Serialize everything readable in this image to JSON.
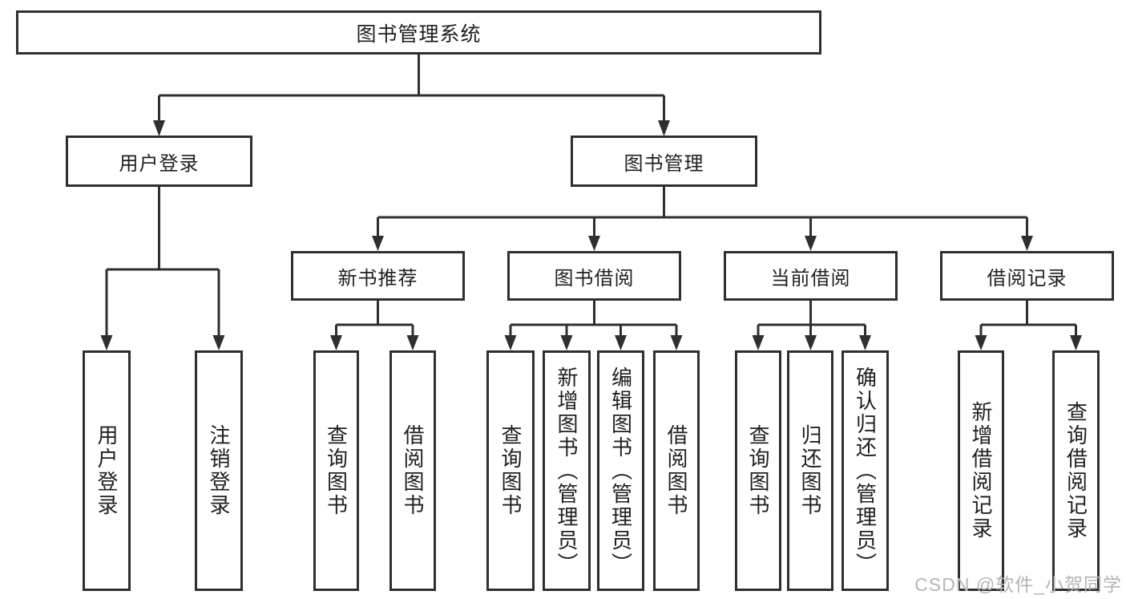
{
  "watermark": "CSDN @软件_小贺同学",
  "colors": {
    "line": "#2f2f2f",
    "node_border": "#2f2f2f",
    "node_background": "#ffffff",
    "text": "#1f1f1f",
    "watermark": "#b5b5b5"
  },
  "tree": {
    "label": "图书管理系统",
    "children": [
      {
        "label": "用户登录",
        "children": [
          {
            "label": "用户登录"
          },
          {
            "label": "注销登录"
          }
        ]
      },
      {
        "label": "图书管理",
        "children": [
          {
            "label": "新书推荐",
            "children": [
              {
                "label": "查询图书"
              },
              {
                "label": "借阅图书"
              }
            ]
          },
          {
            "label": "图书借阅",
            "children": [
              {
                "label": "查询图书"
              },
              {
                "label": "新增图书（管理员）"
              },
              {
                "label": "编辑图书（管理员）"
              },
              {
                "label": "借阅图书"
              }
            ]
          },
          {
            "label": "当前借阅",
            "children": [
              {
                "label": "查询图书"
              },
              {
                "label": "归还图书"
              },
              {
                "label": "确认归还（管理员）"
              }
            ]
          },
          {
            "label": "借阅记录",
            "children": [
              {
                "label": "新增借阅记录"
              },
              {
                "label": "查询借阅记录"
              }
            ]
          }
        ]
      }
    ]
  }
}
